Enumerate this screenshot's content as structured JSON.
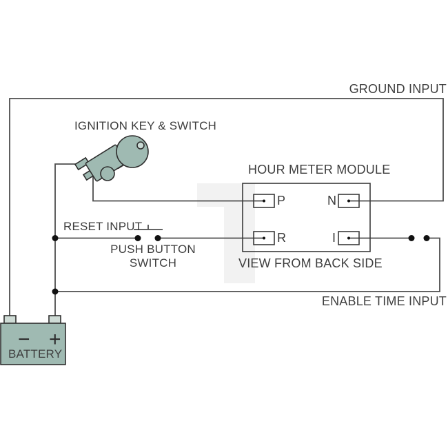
{
  "colors": {
    "component_fill": "#9fbab2",
    "component_fill_light": "#cfdcd6",
    "component_stroke": "#2f2f2f",
    "wire": "#4d4d4d",
    "dot": "#111111",
    "text": "#3e3e3e",
    "watermark": "#f2f2f2"
  },
  "labels": {
    "ground_input": "GROUND INPUT",
    "ignition_key_switch": "IGNITION KEY & SWITCH",
    "reset_input": "RESET INPUT",
    "push_button_line1": "PUSH BUTTON",
    "push_button_line2": "SWITCH",
    "enable_time_input": "ENABLE TIME INPUT"
  },
  "module": {
    "title": "HOUR METER MODULE",
    "caption": "VIEW FROM BACK SIDE",
    "terminals": [
      {
        "id": "P"
      },
      {
        "id": "N"
      },
      {
        "id": "R"
      },
      {
        "id": "I"
      }
    ]
  },
  "battery": {
    "name": "BATTERY",
    "minus": "−",
    "plus": "+"
  }
}
